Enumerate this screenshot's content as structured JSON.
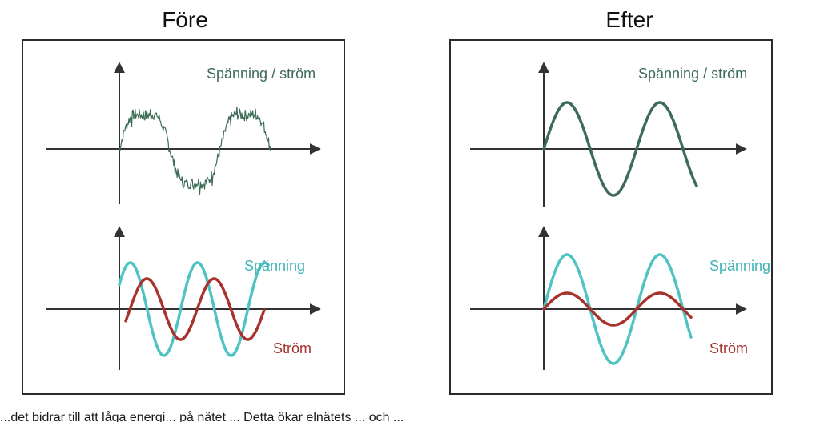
{
  "panels": {
    "before": {
      "title": "Före",
      "top_label": "Spänning / ström",
      "voltage_label": "Spänning",
      "current_label": "Ström"
    },
    "after": {
      "title": "Efter",
      "top_label": "Spänning / ström",
      "voltage_label": "Spänning",
      "current_label": "Ström"
    }
  },
  "caption_partial": "...det bidrar till att låga energi... på nätet ... Detta ökar elnätets ... och ...",
  "colors": {
    "frame": "#2b2b2b",
    "axis": "#333333",
    "wave_dark_green": "#3c6b56",
    "voltage_teal": "#4fc3c3",
    "current_red": "#a8322c",
    "label_green": "#3c6b56",
    "label_teal": "#3fb3b3",
    "label_red": "#a8322c"
  },
  "icons": {
    "axis_arrow": "arrow-head-icon"
  }
}
